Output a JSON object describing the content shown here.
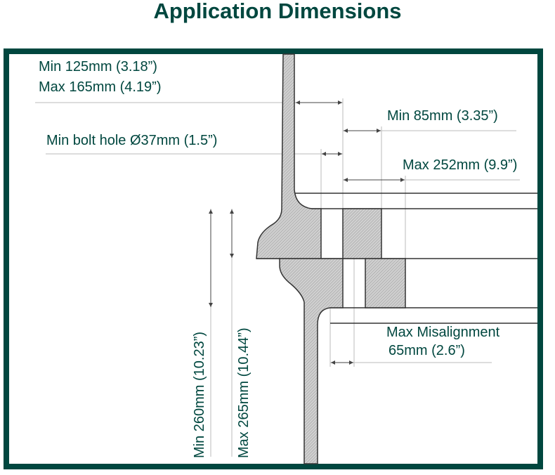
{
  "title": "Application Dimensions",
  "labels": {
    "bolt_circle_min": "Min 125mm (3.18”)",
    "bolt_circle_max": "Max 165mm (4.19”)",
    "min_85": "Min 85mm (3.35”)",
    "bolt_hole": "Min bolt hole Ø37mm (1.5”)",
    "max_252": "Max 252mm (9.9”)",
    "min_260": "Min 260mm (10.23”)",
    "max_265": "Max 265mm (10.44”)",
    "misalignment_title": "Max Misalignment",
    "misalignment_value": "65mm (2.6”)"
  },
  "colors": {
    "brand": "#00473f",
    "hatch": "#c8c8c8"
  }
}
